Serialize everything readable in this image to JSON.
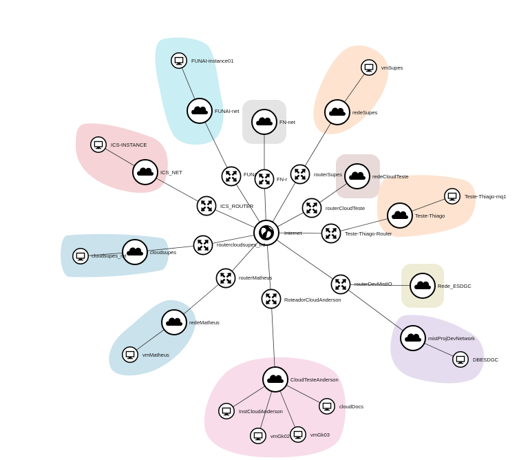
{
  "diagram": {
    "nodes": [
      {
        "id": "internet",
        "type": "internet",
        "label": "Internet"
      },
      {
        "id": "funai_net",
        "type": "network",
        "label": "FUNAI-net"
      },
      {
        "id": "funai_vm",
        "type": "instance",
        "label": "FUNAI-instance01"
      },
      {
        "id": "funai_rt",
        "type": "router",
        "label": "FUNAI"
      },
      {
        "id": "fn_net",
        "type": "network",
        "label": "FN-net"
      },
      {
        "id": "fn_rt",
        "type": "router",
        "label": "FN-r"
      },
      {
        "id": "supes_net",
        "type": "network",
        "label": "redeSupes"
      },
      {
        "id": "supes_vm",
        "type": "instance",
        "label": "vmSupes"
      },
      {
        "id": "supes_rt",
        "type": "router",
        "label": "routerSupes"
      },
      {
        "id": "ics_net",
        "type": "network",
        "label": "ICS_NET"
      },
      {
        "id": "ics_vm",
        "type": "instance",
        "label": "ICS-INSTANCE"
      },
      {
        "id": "ics_rt",
        "type": "router",
        "label": "ICS_ROUTER"
      },
      {
        "id": "cloudteste_net",
        "type": "network",
        "label": "redeCloudTeste"
      },
      {
        "id": "cloudteste_rt",
        "type": "router",
        "label": "routerCloudTeste"
      },
      {
        "id": "thiago_net",
        "type": "network",
        "label": "Teste-Thiago"
      },
      {
        "id": "thiago_vm",
        "type": "instance",
        "label": "Teste-Thiago-mq1"
      },
      {
        "id": "thiago_rt",
        "type": "router",
        "label": "Teste-Thiago-Router"
      },
      {
        "id": "cloudsupes_net",
        "type": "network",
        "label": "cloudsupes"
      },
      {
        "id": "cloudsupes_vm",
        "type": "instance",
        "label": "cloudsupes_mt"
      },
      {
        "id": "cloudsupes_rt",
        "type": "router",
        "label": "routercloudsupes_mt"
      },
      {
        "id": "matheus_rt",
        "type": "router",
        "label": "routerMatheus"
      },
      {
        "id": "matheus_net",
        "type": "network",
        "label": "redeMatheus"
      },
      {
        "id": "matheus_vm",
        "type": "instance",
        "label": "vmMatheus"
      },
      {
        "id": "anderson_rt",
        "type": "router",
        "label": "RoteadorCloudAnderson"
      },
      {
        "id": "anderson_net",
        "type": "network",
        "label": "CloudTesteAnderson"
      },
      {
        "id": "anderson_vm1",
        "type": "instance",
        "label": "InstCloudAnderson"
      },
      {
        "id": "anderson_vm2",
        "type": "instance",
        "label": "vmGk02"
      },
      {
        "id": "anderson_vm3",
        "type": "instance",
        "label": "vmGk03"
      },
      {
        "id": "anderson_vm4",
        "type": "instance",
        "label": "cloudDocs"
      },
      {
        "id": "mist_rt",
        "type": "router",
        "label": "routerDevMistIO"
      },
      {
        "id": "esdgc_net",
        "type": "network",
        "label": "Rede_ESDGC"
      },
      {
        "id": "mist_net",
        "type": "network",
        "label": "mistProjDevNetwork"
      },
      {
        "id": "mist_vm",
        "type": "instance",
        "label": "DBESDGC"
      }
    ],
    "edges": [
      [
        "internet",
        "funai_rt"
      ],
      [
        "funai_rt",
        "funai_net"
      ],
      [
        "funai_net",
        "funai_vm"
      ],
      [
        "internet",
        "fn_rt"
      ],
      [
        "fn_rt",
        "fn_net"
      ],
      [
        "internet",
        "supes_rt"
      ],
      [
        "supes_rt",
        "supes_net"
      ],
      [
        "supes_net",
        "supes_vm"
      ],
      [
        "internet",
        "ics_rt"
      ],
      [
        "ics_rt",
        "ics_net"
      ],
      [
        "ics_net",
        "ics_vm"
      ],
      [
        "internet",
        "cloudteste_rt"
      ],
      [
        "cloudteste_rt",
        "cloudteste_net"
      ],
      [
        "internet",
        "thiago_rt"
      ],
      [
        "thiago_rt",
        "thiago_net"
      ],
      [
        "thiago_net",
        "thiago_vm"
      ],
      [
        "internet",
        "cloudsupes_rt"
      ],
      [
        "cloudsupes_rt",
        "cloudsupes_net"
      ],
      [
        "cloudsupes_net",
        "cloudsupes_vm"
      ],
      [
        "internet",
        "matheus_rt"
      ],
      [
        "matheus_rt",
        "matheus_net"
      ],
      [
        "matheus_net",
        "matheus_vm"
      ],
      [
        "internet",
        "anderson_rt"
      ],
      [
        "anderson_rt",
        "anderson_net"
      ],
      [
        "anderson_net",
        "anderson_vm1"
      ],
      [
        "anderson_net",
        "anderson_vm2"
      ],
      [
        "anderson_net",
        "anderson_vm3"
      ],
      [
        "anderson_net",
        "anderson_vm4"
      ],
      [
        "internet",
        "mist_rt"
      ],
      [
        "mist_rt",
        "esdgc_net"
      ],
      [
        "mist_rt",
        "mist_net"
      ],
      [
        "mist_net",
        "mist_vm"
      ]
    ],
    "groups": [
      {
        "id": "funai",
        "color": "#c9eef3"
      },
      {
        "id": "fn",
        "color": "#e4e4e4"
      },
      {
        "id": "supes",
        "color": "#fde3d0"
      },
      {
        "id": "ics",
        "color": "#f5d3d6"
      },
      {
        "id": "cloudteste",
        "color": "#e8dad9"
      },
      {
        "id": "thiago",
        "color": "#fde3d0"
      },
      {
        "id": "cloudsupes",
        "color": "#c9e2ec"
      },
      {
        "id": "matheus",
        "color": "#c9e2ec"
      },
      {
        "id": "anderson",
        "color": "#f8dcea"
      },
      {
        "id": "esdgc",
        "color": "#efecd6"
      },
      {
        "id": "mist",
        "color": "#e6dcef"
      }
    ]
  }
}
